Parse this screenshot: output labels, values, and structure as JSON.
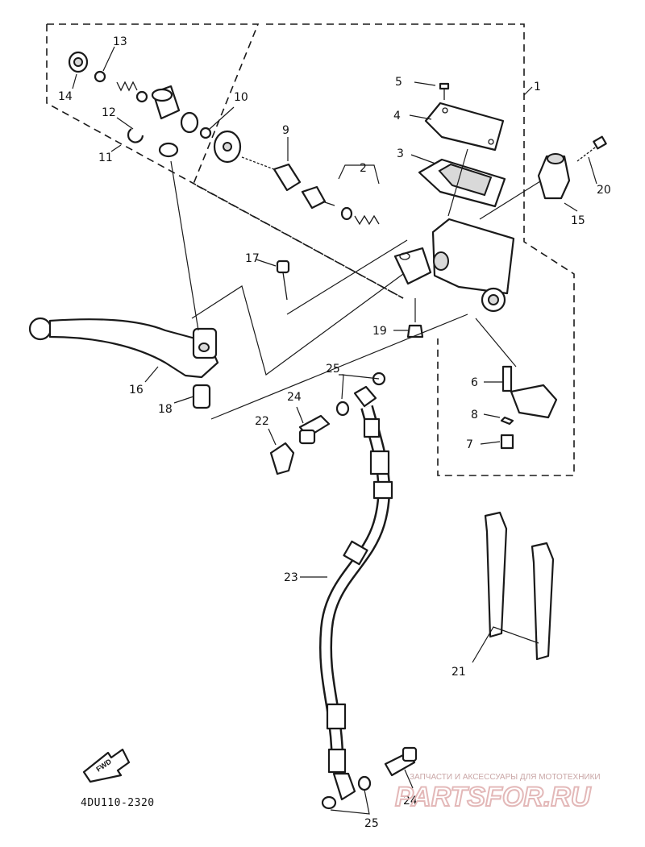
{
  "diagram_code": "4DU110-2320",
  "direction_label": "FWD",
  "watermark": {
    "tagline": "ЗАПЧАСТИ И АКСЕССУАРЫ ДЛЯ МОТОТЕХНИКИ",
    "logo_text": "PARTSFOR.RU"
  },
  "callouts": {
    "c1": "1",
    "c2": "2",
    "c3": "3",
    "c4": "4",
    "c5": "5",
    "c6": "6",
    "c7": "7",
    "c8": "8",
    "c9": "9",
    "c10": "10",
    "c11": "11",
    "c12": "12",
    "c13": "13",
    "c14": "14",
    "c15": "15",
    "c16": "16",
    "c17": "17",
    "c18": "18",
    "c19": "19",
    "c20": "20",
    "c21": "21",
    "c22": "22",
    "c23": "23",
    "c24a": "24",
    "c24b": "24",
    "c25a": "25",
    "c25b": "25"
  }
}
